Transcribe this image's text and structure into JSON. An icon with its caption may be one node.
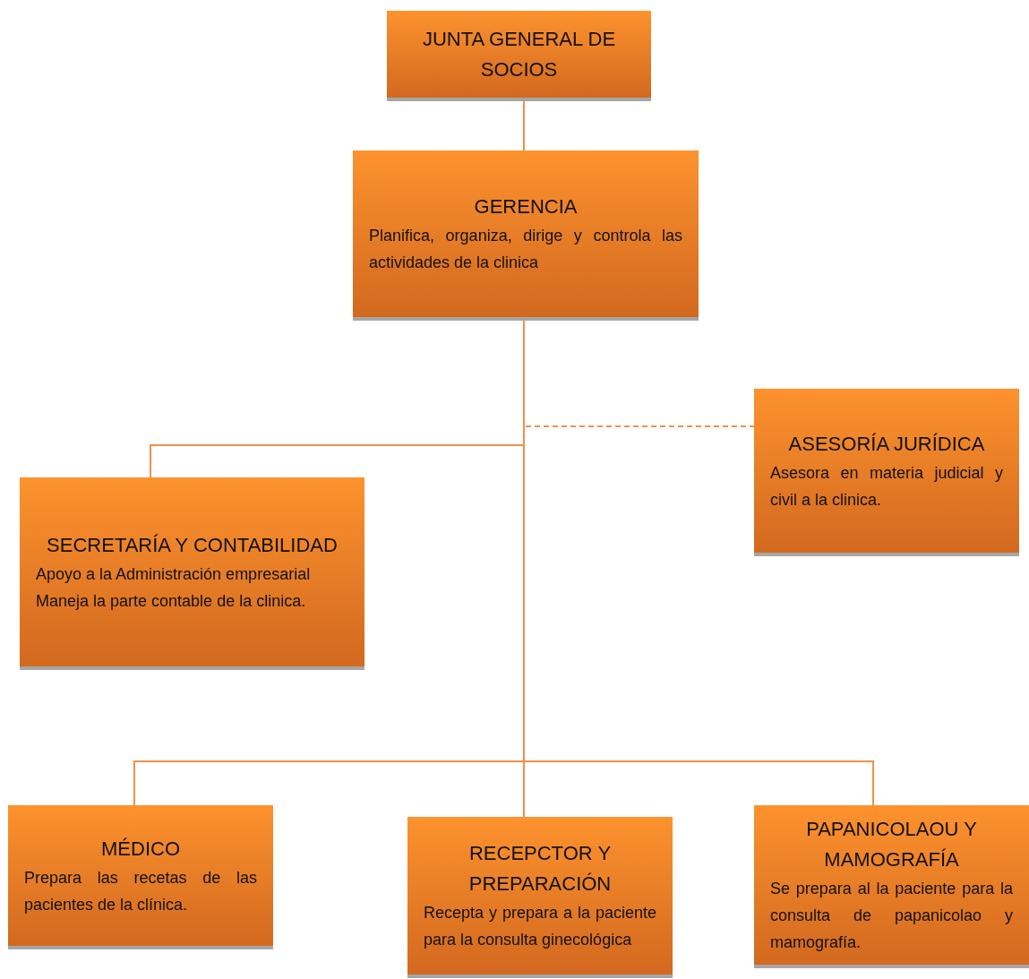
{
  "diagram": {
    "nodes": [
      {
        "text": [
          "JUNTA GENERAL DE SOCIOS"
        ]
      },
      {
        "text": [
          "GERENCIA",
          "Planifica, organiza, dirige y controla las actividades de la clinica"
        ]
      },
      {
        "text": [
          "SECRETARÍA Y CONTABILIDAD",
          "Apoyo a la Administración empresarial",
          "Maneja la parte contable de la clinica."
        ]
      },
      {
        "text": [
          "ASESORÍA JURÍDICA",
          "Asesora en materia judicial y civil a la clinica."
        ]
      },
      {
        "text": [
          "MÉDICO",
          "Prepara las recetas de las pacientes de la clínica."
        ]
      },
      {
        "text": [
          "RECEPCTOR Y PREPARACIÓN",
          "Recepta y prepara a la paciente para la consulta ginecológica"
        ]
      },
      {
        "text": [
          "PAPANICOLAOU Y MAMOGRAFÍA",
          "Se prepara al la paciente para la consulta de papanicolao y mamografía."
        ]
      }
    ],
    "edges": [
      {
        "from": 0,
        "to": 1,
        "arrow": "none"
      },
      {
        "from": 1,
        "to": 2,
        "arrow": "none"
      },
      {
        "from": 1,
        "to": 3,
        "arrow": "none",
        "style": "dashed"
      },
      {
        "from": 1,
        "to": 4,
        "arrow": "none"
      },
      {
        "from": 1,
        "to": 5,
        "arrow": "none"
      },
      {
        "from": 1,
        "to": 6,
        "arrow": "none"
      }
    ]
  }
}
